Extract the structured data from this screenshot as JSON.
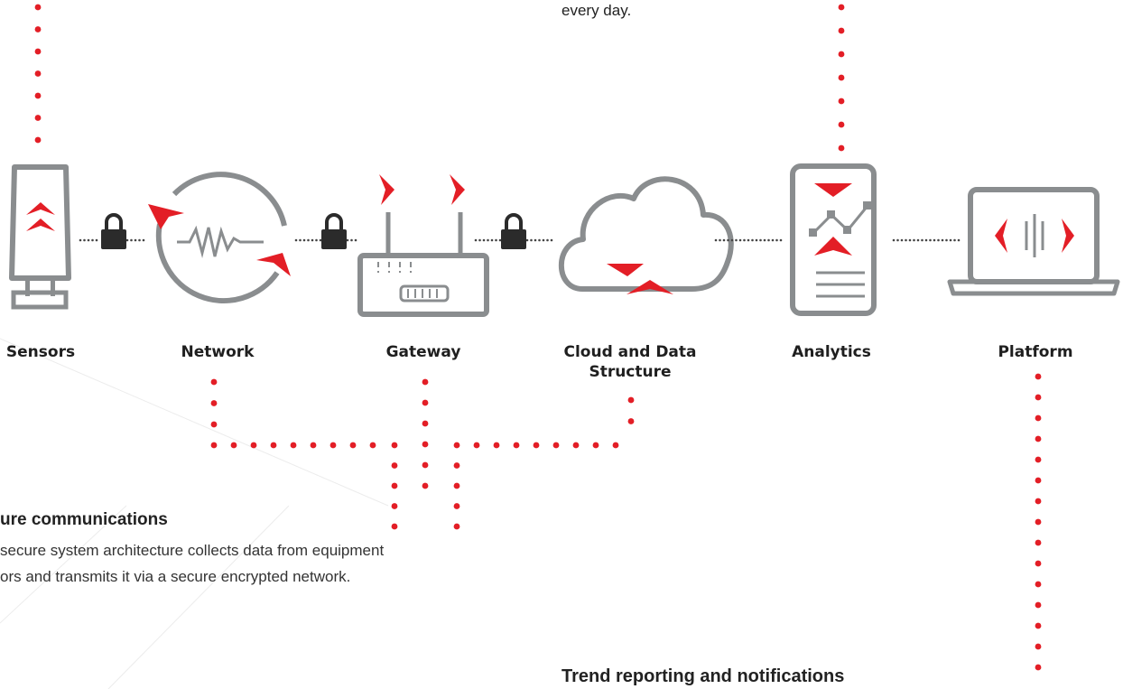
{
  "top_caption": "every day.",
  "nodes": [
    {
      "name": "sensors",
      "label": "Sensors",
      "icon": "sensor-icon"
    },
    {
      "name": "network",
      "label": "Network",
      "icon": "network-waveform-icon"
    },
    {
      "name": "gateway",
      "label": "Gateway",
      "icon": "router-icon"
    },
    {
      "name": "cloud",
      "label": "Cloud and Data Structure",
      "icon": "cloud-icon"
    },
    {
      "name": "analytics",
      "label": "Analytics",
      "icon": "analytics-tablet-icon"
    },
    {
      "name": "platform",
      "label": "Platform",
      "icon": "laptop-code-icon"
    }
  ],
  "connectors": [
    {
      "from": "sensors",
      "to": "network",
      "icon": "lock-icon"
    },
    {
      "from": "network",
      "to": "gateway",
      "icon": "lock-icon"
    },
    {
      "from": "gateway",
      "to": "cloud",
      "icon": "lock-icon"
    },
    {
      "from": "cloud",
      "to": "analytics",
      "icon": "dotted-link-icon"
    },
    {
      "from": "analytics",
      "to": "platform",
      "icon": "dotted-link-icon"
    }
  ],
  "sections": {
    "secure": {
      "title": "ure communications",
      "body_line1": "secure system architecture collects data from equipment",
      "body_line2": "ors and transmits it via a secure encrypted network."
    },
    "trend": {
      "title": "Trend reporting and notifications"
    }
  },
  "colors": {
    "accent": "#e31e26",
    "icon_gray": "#8a8d8f",
    "lock": "#2b2b2b",
    "text": "#1f1f1f"
  }
}
